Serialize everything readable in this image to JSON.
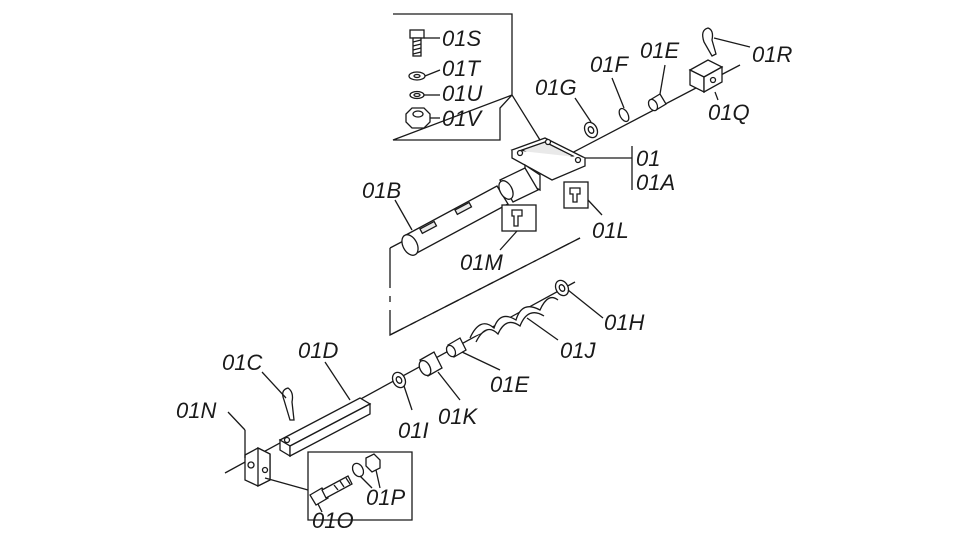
{
  "labels": {
    "l01S": "01S",
    "l01T": "01T",
    "l01U": "01U",
    "l01V": "01V",
    "l01R": "01R",
    "l01E_top": "01E",
    "l01F": "01F",
    "l01G": "01G",
    "l01Q": "01Q",
    "l01": "01",
    "l01A": "01A",
    "l01B": "01B",
    "l01L": "01L",
    "l01M": "01M",
    "l01H": "01H",
    "l01J": "01J",
    "l01D": "01D",
    "l01C": "01C",
    "l01E_bot": "01E",
    "l01N": "01N",
    "l01I": "01I",
    "l01K": "01K",
    "l01P": "01P",
    "l01O": "01O"
  }
}
